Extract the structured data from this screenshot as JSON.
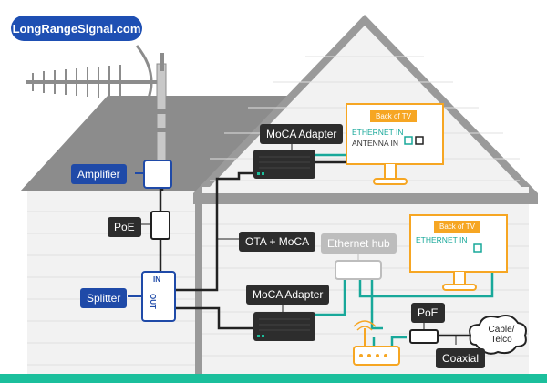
{
  "brand": "LongRangeSignal.com",
  "labels": {
    "amplifier": "Amplifier",
    "poe_top": "PoE",
    "splitter": "Splitter",
    "moca_top": "MoCA Adapter",
    "moca_bottom": "MoCA Adapter",
    "ota_moca": "OTA + MoCA",
    "ethernet_hub": "Ethernet hub",
    "poe_bottom": "PoE",
    "cable_telco": "Cable/\nTelco",
    "coaxial": "Coaxial"
  },
  "tv_upper": {
    "title": "Back of TV",
    "ethernet_in": "ETHERNET IN",
    "antenna_in": "ANTENNA IN"
  },
  "tv_lower": {
    "title": "Back of TV",
    "ethernet_in": "ETHERNET IN"
  },
  "splitter_ports": {
    "in": "IN",
    "out": "OUT"
  },
  "colors": {
    "brand": "#1e4fb3",
    "callout_dark": "#2d2d2d",
    "callout_blue": "#1f4aa8",
    "ethernet_teal": "#18a89a",
    "tv_orange": "#f6a623",
    "house_grey": "#8c8c8c",
    "ground": "#1bbf9c"
  }
}
